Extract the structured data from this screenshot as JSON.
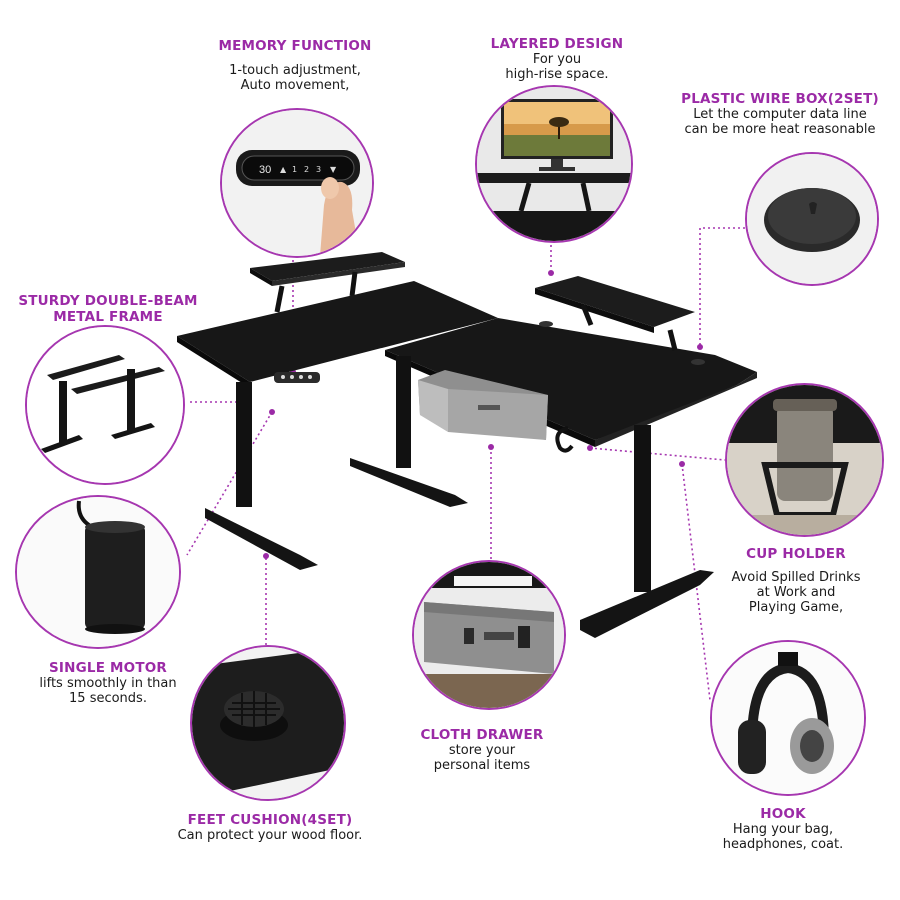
{
  "colors": {
    "accent": "#9b2aa6",
    "text": "#1a1a1a",
    "desk": "#151515"
  },
  "features": {
    "memory": {
      "title": "MEMORY FUNCTION",
      "lines": [
        "1-touch adjustment,",
        "Auto movement,"
      ]
    },
    "layered": {
      "title": "LAYERED DESIGN",
      "lines": [
        "For you",
        "high-rise space."
      ]
    },
    "wirebox": {
      "title": "PLASTIC WIRE BOX(2SET)",
      "lines": [
        "Let the computer data line",
        "can be more heat reasonable"
      ]
    },
    "frame": {
      "title_lines": [
        "STURDY DOUBLE-BEAM",
        "METAL FRAME"
      ]
    },
    "motor": {
      "title": "SINGLE MOTOR",
      "lines": [
        "lifts smoothly in than",
        "15 seconds."
      ]
    },
    "cup": {
      "title": "CUP HOLDER",
      "lines": [
        "Avoid Spilled Drinks",
        "at Work and",
        "Playing Game,"
      ]
    },
    "drawer": {
      "title": "CLOTH DRAWER",
      "lines": [
        "store your",
        "personal items"
      ]
    },
    "feet": {
      "title": "FEET CUSHION(4SET)",
      "lines": [
        "Can protect your wood floor."
      ]
    },
    "hook": {
      "title": "HOOK",
      "lines": [
        "Hang your bag,",
        "headphones, coat."
      ]
    }
  },
  "control_panel": {
    "display": "30",
    "keys": [
      "▲",
      "1",
      "2",
      "3",
      "▼"
    ]
  }
}
